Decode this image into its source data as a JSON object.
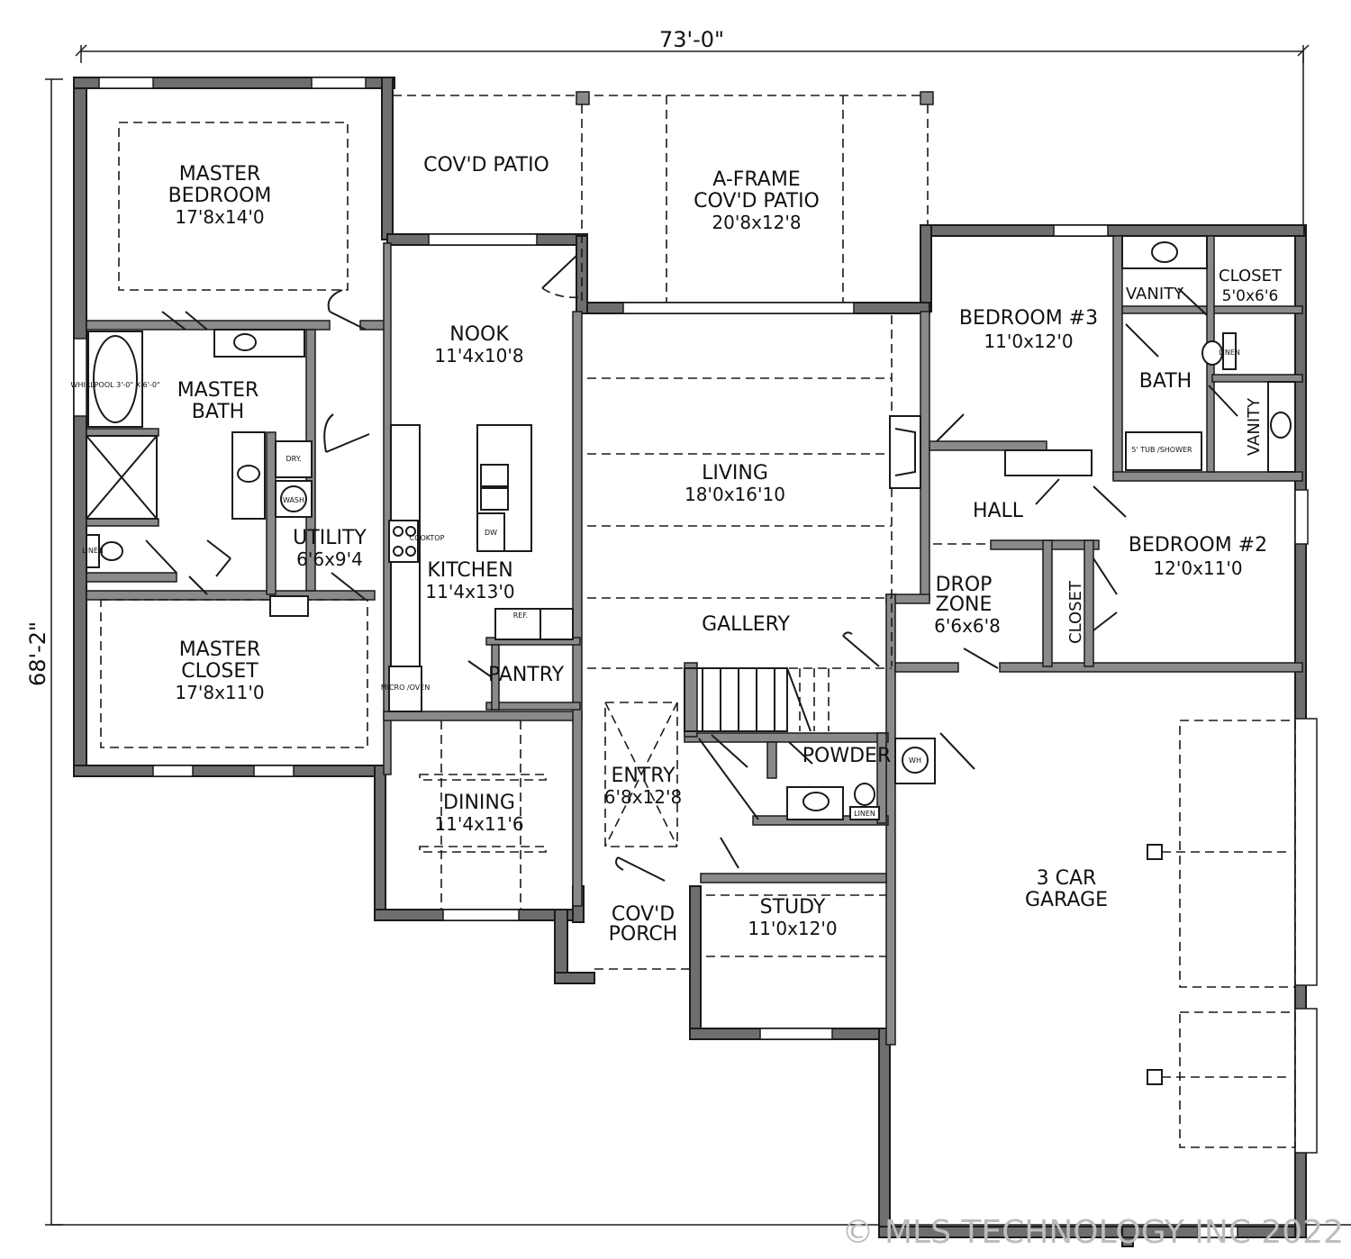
{
  "dimensions": {
    "width": "73'-0\"",
    "depth": "68'-2\""
  },
  "rooms": {
    "master_bedroom": {
      "name_1": "MASTER",
      "name_2": "BEDROOM",
      "size": "17'8x14'0"
    },
    "covd_patio": {
      "name": "COV'D PATIO"
    },
    "aframe_patio": {
      "name_1": "A-FRAME",
      "name_2": "COV'D PATIO",
      "size": "20'8x12'8"
    },
    "nook": {
      "name": "NOOK",
      "size": "11'4x10'8"
    },
    "master_bath": {
      "name_1": "MASTER",
      "name_2": "BATH"
    },
    "utility": {
      "name": "UTILITY",
      "size": "6'6x9'4"
    },
    "kitchen": {
      "name": "KITCHEN",
      "size": "11'4x13'0"
    },
    "living": {
      "name": "LIVING",
      "size": "18'0x16'10"
    },
    "gallery": {
      "name": "GALLERY"
    },
    "pantry": {
      "name": "PANTRY"
    },
    "master_closet": {
      "name_1": "MASTER",
      "name_2": "CLOSET",
      "size": "17'8x11'0"
    },
    "dining": {
      "name": "DINING",
      "size": "11'4x11'6"
    },
    "entry": {
      "name": "ENTRY",
      "size": "6'8x12'8"
    },
    "powder": {
      "name": "POWDER"
    },
    "covd_porch": {
      "name_1": "COV'D",
      "name_2": "PORCH"
    },
    "study": {
      "name": "STUDY",
      "size": "11'0x12'0"
    },
    "bedroom3": {
      "name": "BEDROOM #3",
      "size": "11'0x12'0"
    },
    "closet_upper": {
      "name": "CLOSET",
      "size": "5'0x6'6"
    },
    "vanity_upper": {
      "name": "VANITY"
    },
    "bath": {
      "name": "BATH"
    },
    "vanity_side": {
      "name": "VANITY"
    },
    "hall": {
      "name": "HALL"
    },
    "bedroom2": {
      "name": "BEDROOM #2",
      "size": "12'0x11'0"
    },
    "drop_zone": {
      "name_1": "DROP",
      "name_2": "ZONE",
      "size": "6'6x6'8"
    },
    "closet_side": {
      "name": "CLOSET"
    },
    "garage": {
      "name_1": "3 CAR",
      "name_2": "GARAGE"
    }
  },
  "fixture_labels": {
    "ref": "REF.",
    "dw": "DW",
    "micro_oven": "MICRO /OVEN",
    "dry": "DRY.",
    "wash": "WASH",
    "linen": "LINEN",
    "wh": "WH",
    "tub_shower": "5' TUB /SHOWER",
    "whirlpool": "WHIRLPOOL 3'-0\" X 6'-0\"",
    "cooktop": "COOKTOP",
    "linen_bath": "LINEN",
    "linen_powder": "LINEN"
  },
  "watermark": "© MLS TECHNOLOGY INC 2022"
}
